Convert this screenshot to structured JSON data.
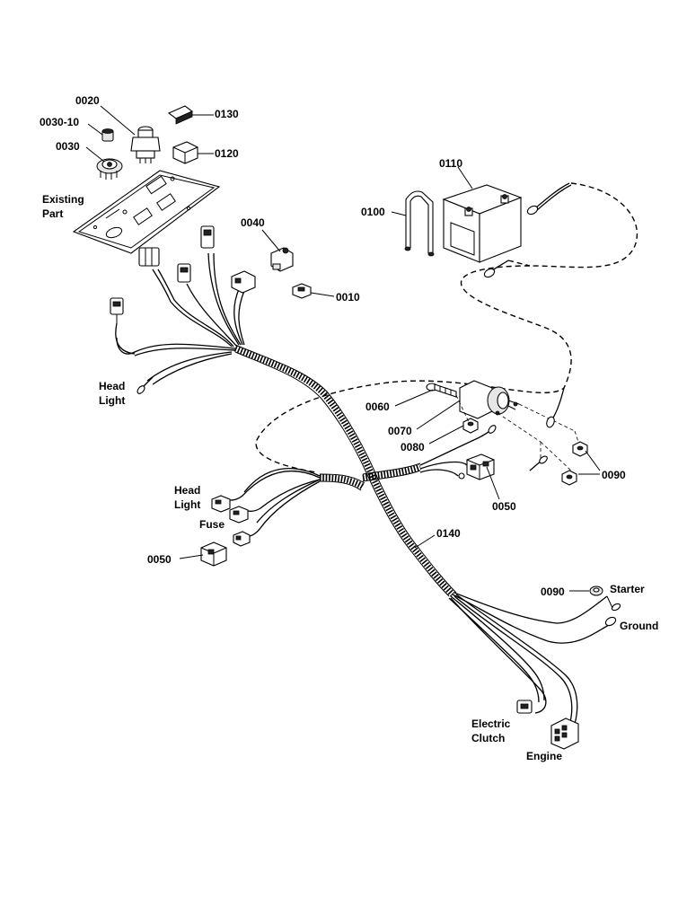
{
  "labels": {
    "p0020": "0020",
    "p0030_10": "0030-10",
    "p0030": "0030",
    "p0130": "0130",
    "p0120": "0120",
    "existing_1": "Existing",
    "existing_2": "Part",
    "p0040": "0040",
    "p0010": "0010",
    "p0110": "0110",
    "p0100": "0100",
    "head_light_top_1": "Head",
    "head_light_top_2": "Light",
    "p0060": "0060",
    "p0070": "0070",
    "p0080": "0080",
    "p0090_right": "0090",
    "p0050_right": "0050",
    "head_light_bottom_1": "Head",
    "head_light_bottom_2": "Light",
    "fuse": "Fuse",
    "p0050_left": "0050",
    "p0140": "0140",
    "p0090_bottom": "0090",
    "starter": "Starter",
    "ground": "Ground",
    "electric_clutch_1": "Electric",
    "electric_clutch_2": "Clutch",
    "engine": "Engine"
  }
}
